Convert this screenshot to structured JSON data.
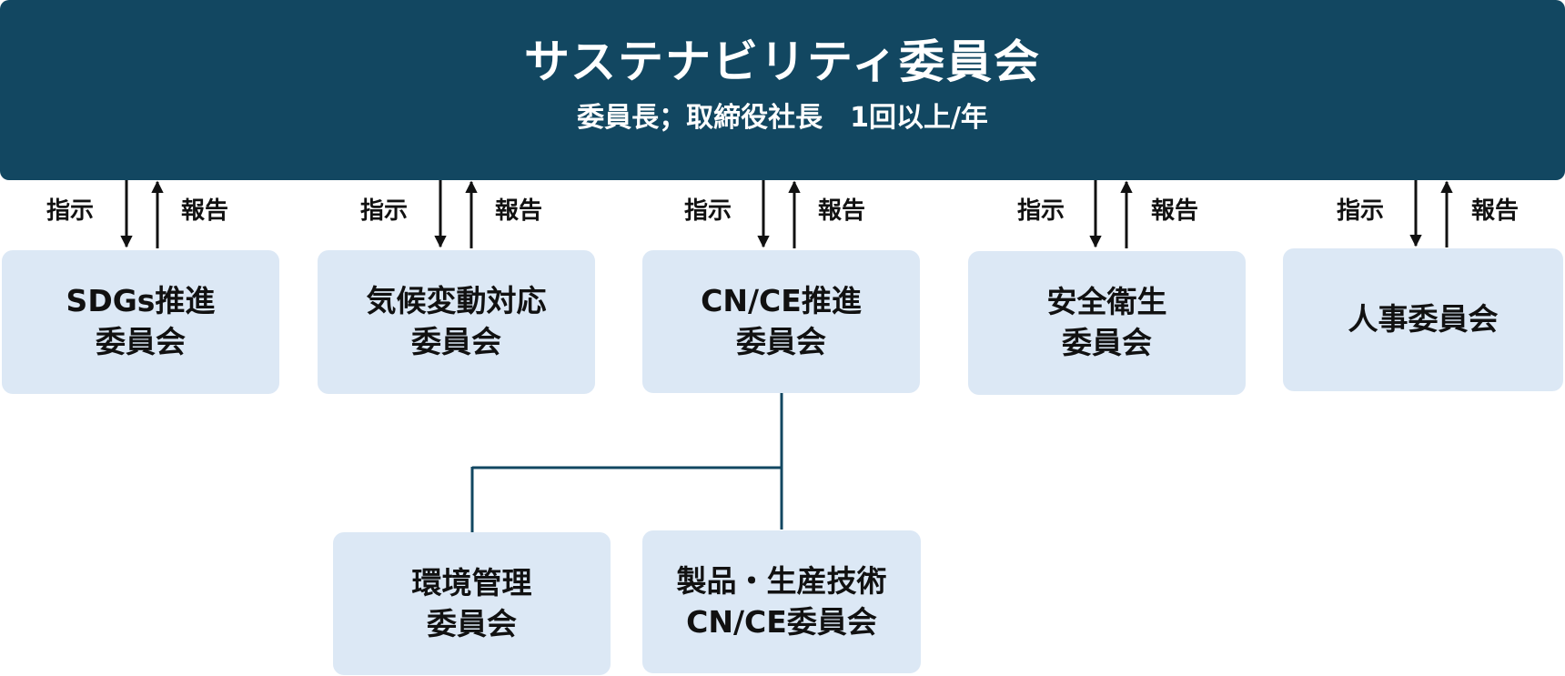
{
  "colors": {
    "banner_bg": "#124761",
    "banner_text": "#ffffff",
    "box_bg": "#dce8f5",
    "text": "#111111",
    "arrow": "#111111",
    "connector": "#124761"
  },
  "top": {
    "title": "サステナビリティ委員会",
    "subtitle": "委員長；取締役社長　1回以上/年"
  },
  "flow": {
    "instruct_label": "指示",
    "report_label": "報告"
  },
  "committees": [
    {
      "label": "SDGs推進\n委員会"
    },
    {
      "label": "気候変動対応\n委員会"
    },
    {
      "label": "CN/CE推進\n委員会"
    },
    {
      "label": "安全衛生\n委員会"
    },
    {
      "label": "人事委員会"
    }
  ],
  "sub_committees": [
    {
      "label": "環境管理\n委員会"
    },
    {
      "label": "製品・生産技術\nCN/CE委員会"
    }
  ]
}
